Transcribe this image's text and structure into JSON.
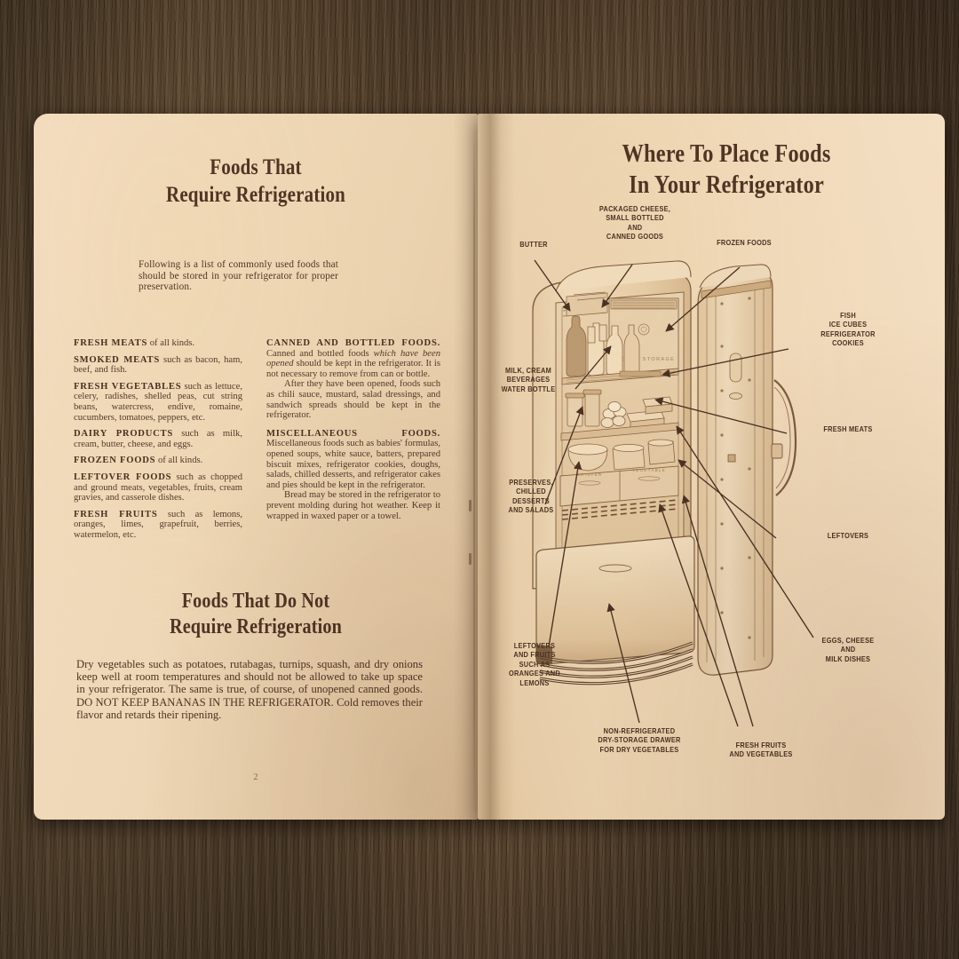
{
  "document": {
    "type": "vintage-refrigerator-owners-manual-spread",
    "page_number": "2"
  },
  "left_page": {
    "heading_1": {
      "line1": "Foods That",
      "line2": "Require Refrigeration"
    },
    "intro": "Following is a list of commonly used foods that should be stored in your refrigerator for proper preservation.",
    "column_left": [
      {
        "term": "FRESH MEATS",
        "text": " of all kinds."
      },
      {
        "term": "SMOKED MEATS",
        "text": " such as bacon, ham, beef, and fish."
      },
      {
        "term": "FRESH VEGETABLES",
        "text": " such as lettuce, celery, radishes, shelled peas, cut string beans, watercress, endive, romaine, cucumbers, tomatoes, peppers, etc."
      },
      {
        "term": "DAIRY PRODUCTS",
        "text": " such as milk, cream, butter, cheese, and eggs."
      },
      {
        "term": "FROZEN FOODS",
        "text": " of all kinds."
      },
      {
        "term": "LEFTOVER FOODS",
        "text": " such as chopped and ground meats, vegetables, fruits, cream gravies, and casserole dishes."
      },
      {
        "term": "FRESH FRUITS",
        "text": " such as lemons, oranges, limes, grapefruit, berries, watermelon, etc."
      }
    ],
    "column_right": [
      {
        "term": "CANNED AND BOTTLED FOODS.",
        "text_a": "Canned and bottled foods ",
        "text_italic": "which have been opened",
        "text_b": " should be kept in the refrigerator. It is not necessary to remove from can or bottle.",
        "para2": "After they have been opened, foods such as chili sauce, mustard, salad dressings, and sandwich spreads should be kept in the refrigerator."
      },
      {
        "term": "MISCELLANEOUS FOODS.",
        "text_a": "Miscellaneous foods such as babies' formulas, opened soups, white sauce, batters, prepared biscuit mixes, refrigerator cookies, doughs, salads, chilled desserts, and refrigerator cakes and pies should be kept in the refrigerator.",
        "para2": "Bread may be stored in the refrigerator to prevent molding during hot weather. Keep it wrapped in waxed paper or a towel."
      }
    ],
    "heading_2": {
      "line1": "Foods That Do Not",
      "line2": "Require Refrigeration"
    },
    "closing": "Dry vegetables such as potatoes, rutabagas, turnips, squash, and dry onions keep well at room temperatures and should not be allowed to take up space in your refrigerator. The same is true, of course, of unopened canned goods. DO NOT KEEP BANANAS IN THE REFRIGERATOR. Cold removes their flavor and retards their ripening."
  },
  "right_page": {
    "heading": {
      "line1": "Where To Place Foods",
      "line2": "In Your Refrigerator"
    },
    "callouts": [
      {
        "id": "butter",
        "text": "BUTTER"
      },
      {
        "id": "packaged-cheese",
        "text": "PACKAGED CHEESE,\nSMALL BOTTLED\nAND\nCANNED GOODS"
      },
      {
        "id": "frozen-foods",
        "text": "FROZEN FOODS"
      },
      {
        "id": "fish-ice-cubes",
        "text": "FISH\nICE CUBES\nREFRIGERATOR\nCOOKIES"
      },
      {
        "id": "fresh-meats",
        "text": "FRESH MEATS"
      },
      {
        "id": "leftovers",
        "text": "LEFTOVERS"
      },
      {
        "id": "eggs-cheese-milk",
        "text": "EGGS, CHEESE\nAND\nMILK DISHES"
      },
      {
        "id": "milk-cream",
        "text": "MILK, CREAM\nBEVERAGES\nWATER BOTTLE"
      },
      {
        "id": "preserves",
        "text": "PRESERVES,\nCHILLED\nDESSERTS\nAND SALADS"
      },
      {
        "id": "leftovers-fruits",
        "text": "LEFTOVERS\nAND FRUITS\nSUCH AS\nORANGES AND\nLEMONS"
      },
      {
        "id": "dry-storage",
        "text": "NON-REFRIGERATED\nDRY-STORAGE DRAWER\nFOR DRY VEGETABLES"
      },
      {
        "id": "fresh-fruits-veg",
        "text": "FRESH FRUITS\nAND VEGETABLES"
      }
    ]
  },
  "colors": {
    "paper": "#efd8b8",
    "ink": "#4d3322",
    "desk_wood": "#5a4530",
    "illustration": "#7c5b3e"
  }
}
